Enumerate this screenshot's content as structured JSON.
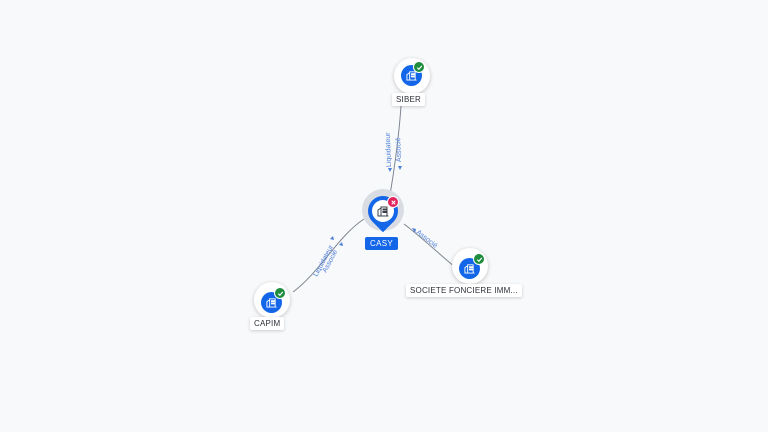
{
  "nodes": {
    "center": {
      "label": "CASY",
      "status": "closed",
      "status_icon": "x-icon",
      "color": "#1366e8",
      "status_color": "#e0245e",
      "icon": "building-icon"
    },
    "siber": {
      "label": "SIBER",
      "status": "active",
      "status_icon": "check-icon",
      "icon": "building-icon"
    },
    "capim": {
      "label": "CAPIM",
      "status": "active",
      "status_icon": "check-icon",
      "icon": "building-icon"
    },
    "societe": {
      "label": "SOCIETE FONCIERE IMM...",
      "status": "active",
      "status_icon": "check-icon",
      "icon": "building-icon"
    }
  },
  "edges": {
    "siber": {
      "label_1": "Liquidateur",
      "label_2": "Associé"
    },
    "capim": {
      "label_1": "Liquidateur",
      "label_2": "Associé"
    },
    "societe": {
      "label_1": "Associé"
    }
  },
  "colors": {
    "node": "#1366e8",
    "active_badge": "#1e8e3e",
    "closed_badge": "#e0245e",
    "edge_label": "#4e7fd6"
  }
}
